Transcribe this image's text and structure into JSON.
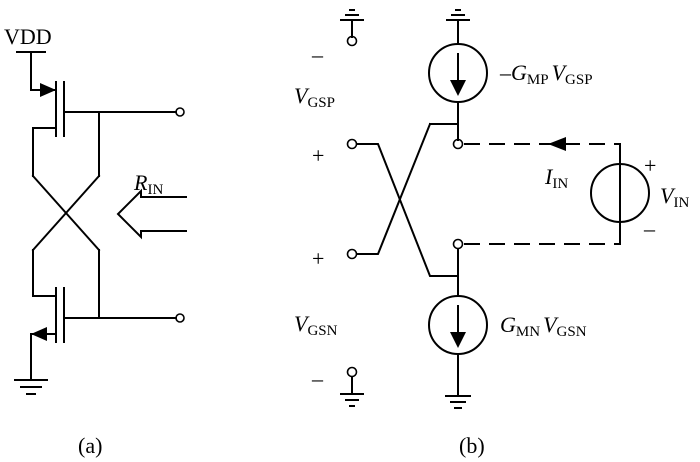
{
  "panel_a": {
    "vdd": "VDD",
    "r_in": "R",
    "r_in_sub": "IN",
    "caption": "(a)"
  },
  "panel_b": {
    "v_gsp": "V",
    "v_gsp_sub": "GSP",
    "v_gsn": "V",
    "v_gsn_sub": "GSN",
    "plus_top": "+",
    "plus_bottom": "+",
    "minus_top": "–",
    "minus_bottom": "–",
    "src_top_prefix": "–G",
    "src_top_sub1": "MP",
    "src_top_v": "V",
    "src_top_sub2": "GSP",
    "src_bot_g": "G",
    "src_bot_sub1": "MN",
    "src_bot_v": "V",
    "src_bot_sub2": "GSN",
    "i_in": "I",
    "i_in_sub": "IN",
    "v_in": "V",
    "v_in_sub": "IN",
    "vin_plus": "+",
    "vin_minus": "–",
    "caption": "(b)"
  }
}
